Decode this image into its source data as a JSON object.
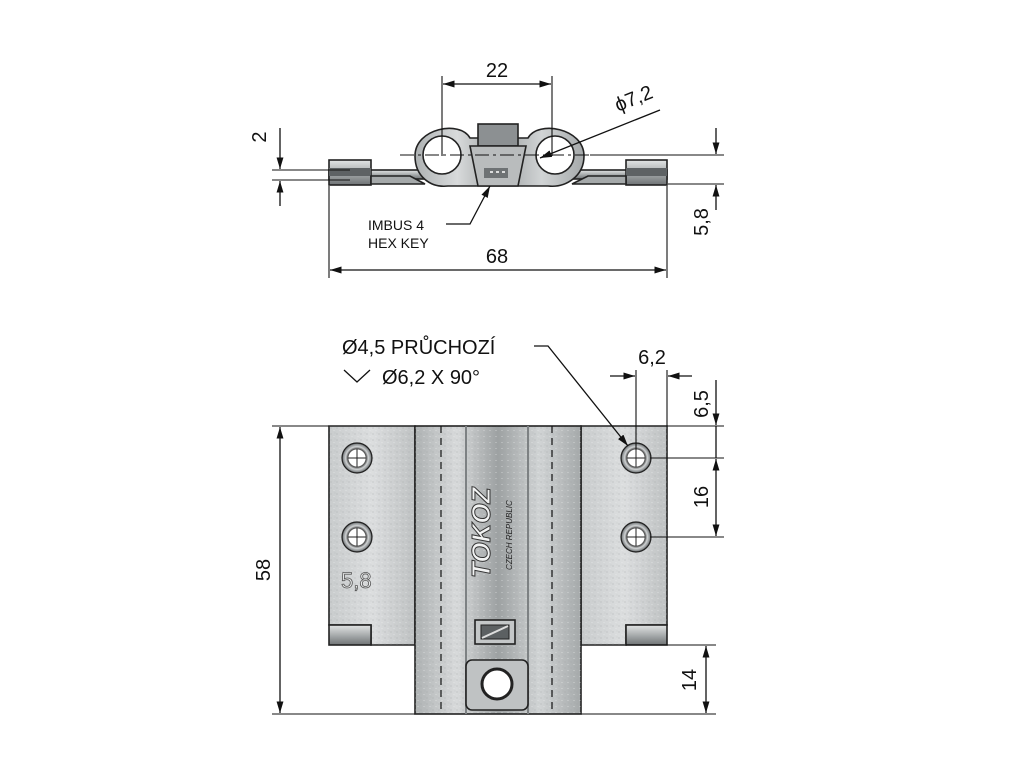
{
  "top_view": {
    "dim_width_top": "22",
    "dim_diameter": "ϕ7,2",
    "dim_thickness": "2",
    "dim_height": "5,8",
    "dim_total_width": "68",
    "note_line1": "IMBUS 4",
    "note_line2": "HEX KEY"
  },
  "front_view": {
    "hole_note_line1": "Ø4,5 PRŮCHOZÍ",
    "hole_note_line2": "Ø6,2 X 90°",
    "dim_hole_offset_x": "6,2",
    "dim_hole_offset_y": "6,5",
    "dim_hole_spacing": "16",
    "dim_total_height": "58",
    "dim_bottom": "14",
    "plate_marking": "5,8",
    "logo_text": "TOKOZ",
    "logo_subtext": "CZECH REPUBLIC"
  },
  "colors": {
    "metal_light": "#d6d8d8",
    "metal_mid": "#b9bcbd",
    "metal_dark": "#8c9092",
    "line": "#111111",
    "background": "#ffffff"
  }
}
